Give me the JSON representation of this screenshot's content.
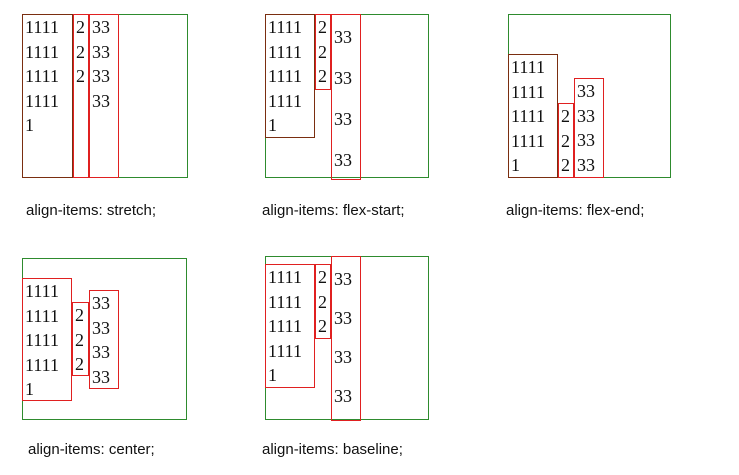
{
  "colors": {
    "container_border": "#2e8b2e",
    "item_border": "#e02020"
  },
  "panels": [
    {
      "caption": "align-items: stretch;",
      "items": [
        {
          "lines": [
            "1111",
            "1111",
            "1111",
            "1111",
            "1"
          ]
        },
        {
          "lines": [
            "2",
            "2",
            "2"
          ]
        },
        {
          "lines": [
            "33",
            "33",
            "33",
            "33"
          ]
        }
      ]
    },
    {
      "caption": "align-items: flex-start;",
      "items": [
        {
          "lines": [
            "1111",
            "1111",
            "1111",
            "1111",
            "1"
          ]
        },
        {
          "lines": [
            "2",
            "2",
            "2"
          ]
        },
        {
          "lines": [
            "33",
            "33",
            "33",
            "33"
          ]
        }
      ]
    },
    {
      "caption": "align-items: flex-end;",
      "items": [
        {
          "lines": [
            "1111",
            "1111",
            "1111",
            "1111",
            "1"
          ]
        },
        {
          "lines": [
            "2",
            "2",
            "2"
          ]
        },
        {
          "lines": [
            "33",
            "33",
            "33",
            "33"
          ]
        }
      ]
    },
    {
      "caption": "align-items: center;",
      "items": [
        {
          "lines": [
            "1111",
            "1111",
            "1111",
            "1111",
            "1"
          ]
        },
        {
          "lines": [
            "2",
            "2",
            "2"
          ]
        },
        {
          "lines": [
            "33",
            "33",
            "33",
            "33"
          ]
        }
      ]
    },
    {
      "caption": "align-items: baseline;",
      "items": [
        {
          "lines": [
            "1111",
            "1111",
            "1111",
            "1111",
            "1"
          ]
        },
        {
          "lines": [
            "2",
            "2",
            "2"
          ]
        },
        {
          "lines": [
            "33",
            "33",
            "33",
            "33"
          ]
        }
      ]
    }
  ]
}
